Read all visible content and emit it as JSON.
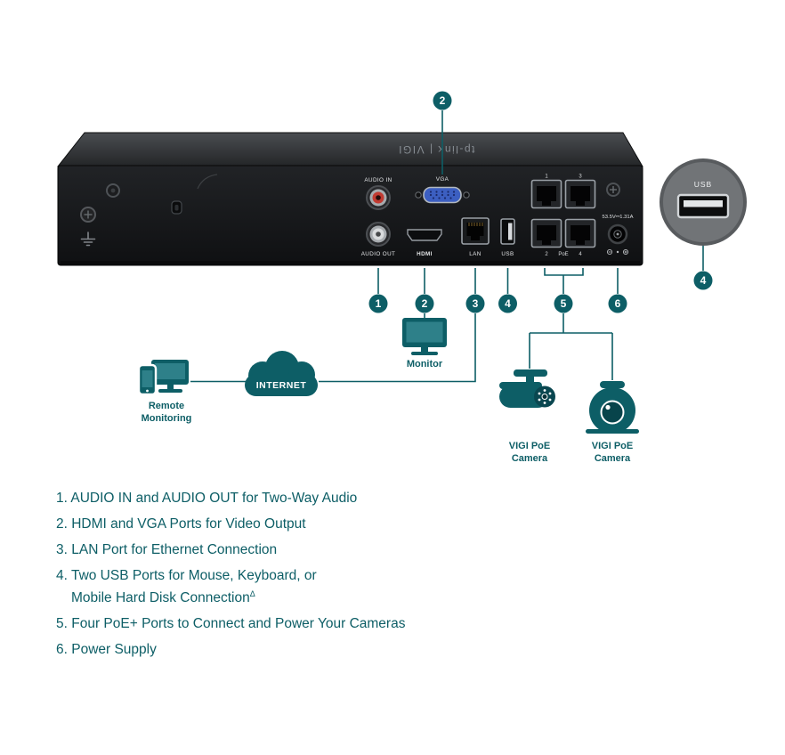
{
  "colors": {
    "teal": "#0d5e66",
    "device_black": "#17181a",
    "vga_blue": "#3c5fc1",
    "audio_in_red": "#c23b32"
  },
  "device": {
    "logo": "tp-link | VIGI",
    "labels": {
      "audio_in": "AUDIO IN",
      "audio_out": "AUDIO OUT",
      "vga": "VGA",
      "hdmi": "HDMI",
      "lan": "LAN",
      "usb": "USB",
      "poe": "PoE",
      "poe_port_1": "1",
      "poe_port_3": "3",
      "poe_port_2": "2",
      "poe_port_4": "4",
      "power_rating": "53.5V⎓1.31A"
    }
  },
  "callouts": {
    "vga_top": "2",
    "audio": "1",
    "hdmi": "2",
    "lan": "3",
    "usb": "4",
    "poe": "5",
    "power": "6",
    "usb_zoom": "4"
  },
  "usb_zoom": {
    "label": "USB"
  },
  "diagram": {
    "monitor": "Monitor",
    "internet": "INTERNET",
    "remote_line1": "Remote",
    "remote_line2": "Monitoring",
    "camera1_line1": "VIGI PoE",
    "camera1_line2": "Camera",
    "camera2_line1": "VIGI PoE",
    "camera2_line2": "Camera"
  },
  "notes": [
    {
      "line1": "1. AUDIO IN and AUDIO OUT for Two-Way Audio"
    },
    {
      "line1": "2. HDMI and VGA Ports for Video Output"
    },
    {
      "line1": "3. LAN Port for Ethernet Connection"
    },
    {
      "line1": "4. Two USB Ports for Mouse, Keyboard, or",
      "line2": "Mobile Hard Disk Connection",
      "line2_sup": "Δ"
    },
    {
      "line1": "5. Four PoE+ Ports to Connect and Power Your Cameras"
    },
    {
      "line1": "6. Power Supply"
    }
  ]
}
